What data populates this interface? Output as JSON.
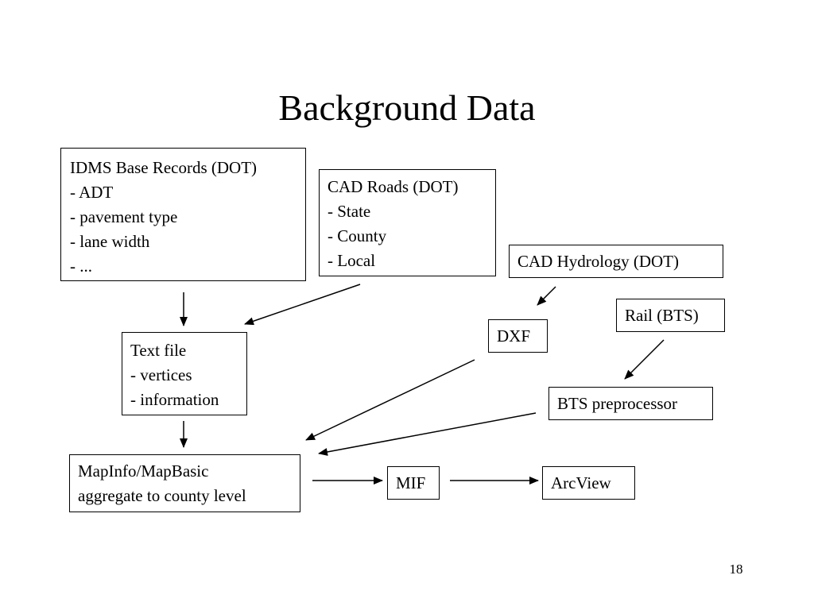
{
  "title": "Background Data",
  "slide_number": "18",
  "nodes": {
    "idms": [
      "IDMS Base Records (DOT)",
      "- ADT",
      "- pavement type",
      "- lane width",
      "- ..."
    ],
    "cad_roads": [
      "CAD Roads (DOT)",
      "- State",
      "- County",
      "- Local"
    ],
    "cad_hydrology": [
      "CAD Hydrology (DOT)"
    ],
    "rail": [
      "Rail (BTS)"
    ],
    "dxf": [
      "DXF"
    ],
    "text_file": [
      "Text file",
      "- vertices",
      "- information"
    ],
    "bts_preprocessor": [
      "BTS preprocessor"
    ],
    "mapinfo": [
      "MapInfo/MapBasic",
      "aggregate to county level"
    ],
    "mif": [
      "MIF"
    ],
    "arcview": [
      "ArcView"
    ]
  }
}
